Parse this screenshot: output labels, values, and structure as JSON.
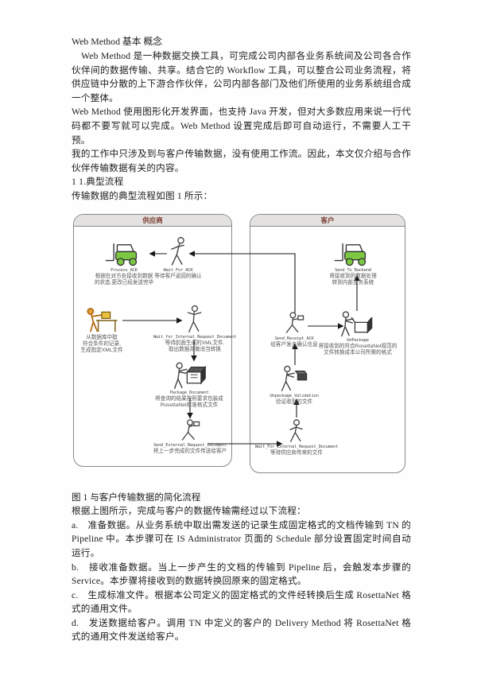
{
  "document": {
    "title": "Web Method 基本 概念",
    "p1": "　Web Method 是一种数据交换工具，可完成公司内部各业务系统间及公司各合作伙伴间的数据传输、共享。结合它的 Workflow 工具，可以整合公司业务流程，将供应链中分散的上下游合作伙伴，公司内部各部门及他们所使用的业务系统组合成一个整体。",
    "p2": "Web Method 使用图形化开发界面，也支持 Java 开发，但对大多数应用来说一行代码都不要写就可以完成。Web Method 设置完成后即可自动运行，不需要人工干预。",
    "p3": "我的工作中只涉及到与客户传输数据，没有使用工作流。因此，本文仅介绍与合作伙伴传输数据有关的内容。",
    "p4": "1 1.典型流程",
    "p5": "传输数据的典型流程如图 1 所示：",
    "figure_caption": "图 1  与客户传输数据的简化流程",
    "p6": "根据上图所示，完成与客户的数据传输需经过以下流程：",
    "item_a": "a.　准备数据。从业务系统中取出需发送的记录生成固定格式的文档传输到 TN 的 Pipeline 中。本步骤可在 IS Administrator 页面的 Schedule 部分设置固定时间自动运行。",
    "item_b": "b.　接收准备数据。当上一步产生的文档的传输到 Pipeline 后，会触发本步骤的 Service。本步骤将接收到的数据转换回原来的固定格式。",
    "item_c": "c.　生成标准文件。根据本公司定义的固定格式的文件经转换后生成 RosettaNet 格式的通用文件。",
    "item_d": "d.　发送数据给客户。调用 TN 中定义的客户的 Delivery Method  将 RosettaNet 格式的通用文件发送给客户。"
  },
  "diagram": {
    "lanes": {
      "supplier": "供应商",
      "customer": "客户"
    },
    "nodes": {
      "process_ack": {
        "label": "Process_ACK",
        "line1": "根据在对方处接收到数据",
        "line2": "的状态,更改已经发送完毕"
      },
      "wait_for_ack": {
        "label": "Wait_For_ACK",
        "line1": "等待客户返回的确认"
      },
      "prepare_data": {
        "line1": "从数据库中取",
        "line2": "符合条件的记录,",
        "line3": "生成指定XML文件"
      },
      "wait_internal": {
        "label": "Wait_for_Internal_Request_Document",
        "line1": "等待前面生成的XML文件,",
        "line2": "取出数据并做适当转换"
      },
      "package_doc": {
        "label": "Package_Document",
        "line1": "将查询的结果按照要求包装成",
        "line2": "RosettaNet标准格式文件"
      },
      "send_external": {
        "label": "Send_External_Request_Document",
        "line1": "将上一步完成的文件传送给客户"
      },
      "send_to_backend": {
        "label": "Send_To_Backend",
        "line1": "将接收到的数据处理",
        "line2": "转到内部业务系统"
      },
      "send_receipt_ack": {
        "label": "Send_Receipt_ACK",
        "line1": "给客户发去确认信息"
      },
      "unpackage": {
        "label": "UnPackage",
        "line1": "将接收到的符合RosettaNet规范的",
        "line2": "文件转换成本公司所需的格式"
      },
      "unpackage_validation": {
        "label": "Unpackage_Validation",
        "line1": "验证收到的文件"
      },
      "wait_external": {
        "label": "Wait_For_External_Request_Document",
        "line1": "等待供应商传来的文件"
      }
    },
    "icons": {
      "forklift": "forklift-icon",
      "wait_person": "waiting-person-icon",
      "worker": "worker-at-bench-icon",
      "packer": "person-packing-box-icon",
      "courier": "walking-courier-icon",
      "unpacker": "person-unpacking-box-icon",
      "validator": "person-validating-icon"
    },
    "colors": {
      "forklift_green": "#7cc843",
      "worker_yellow": "#e8a33d",
      "line": "#222"
    }
  }
}
